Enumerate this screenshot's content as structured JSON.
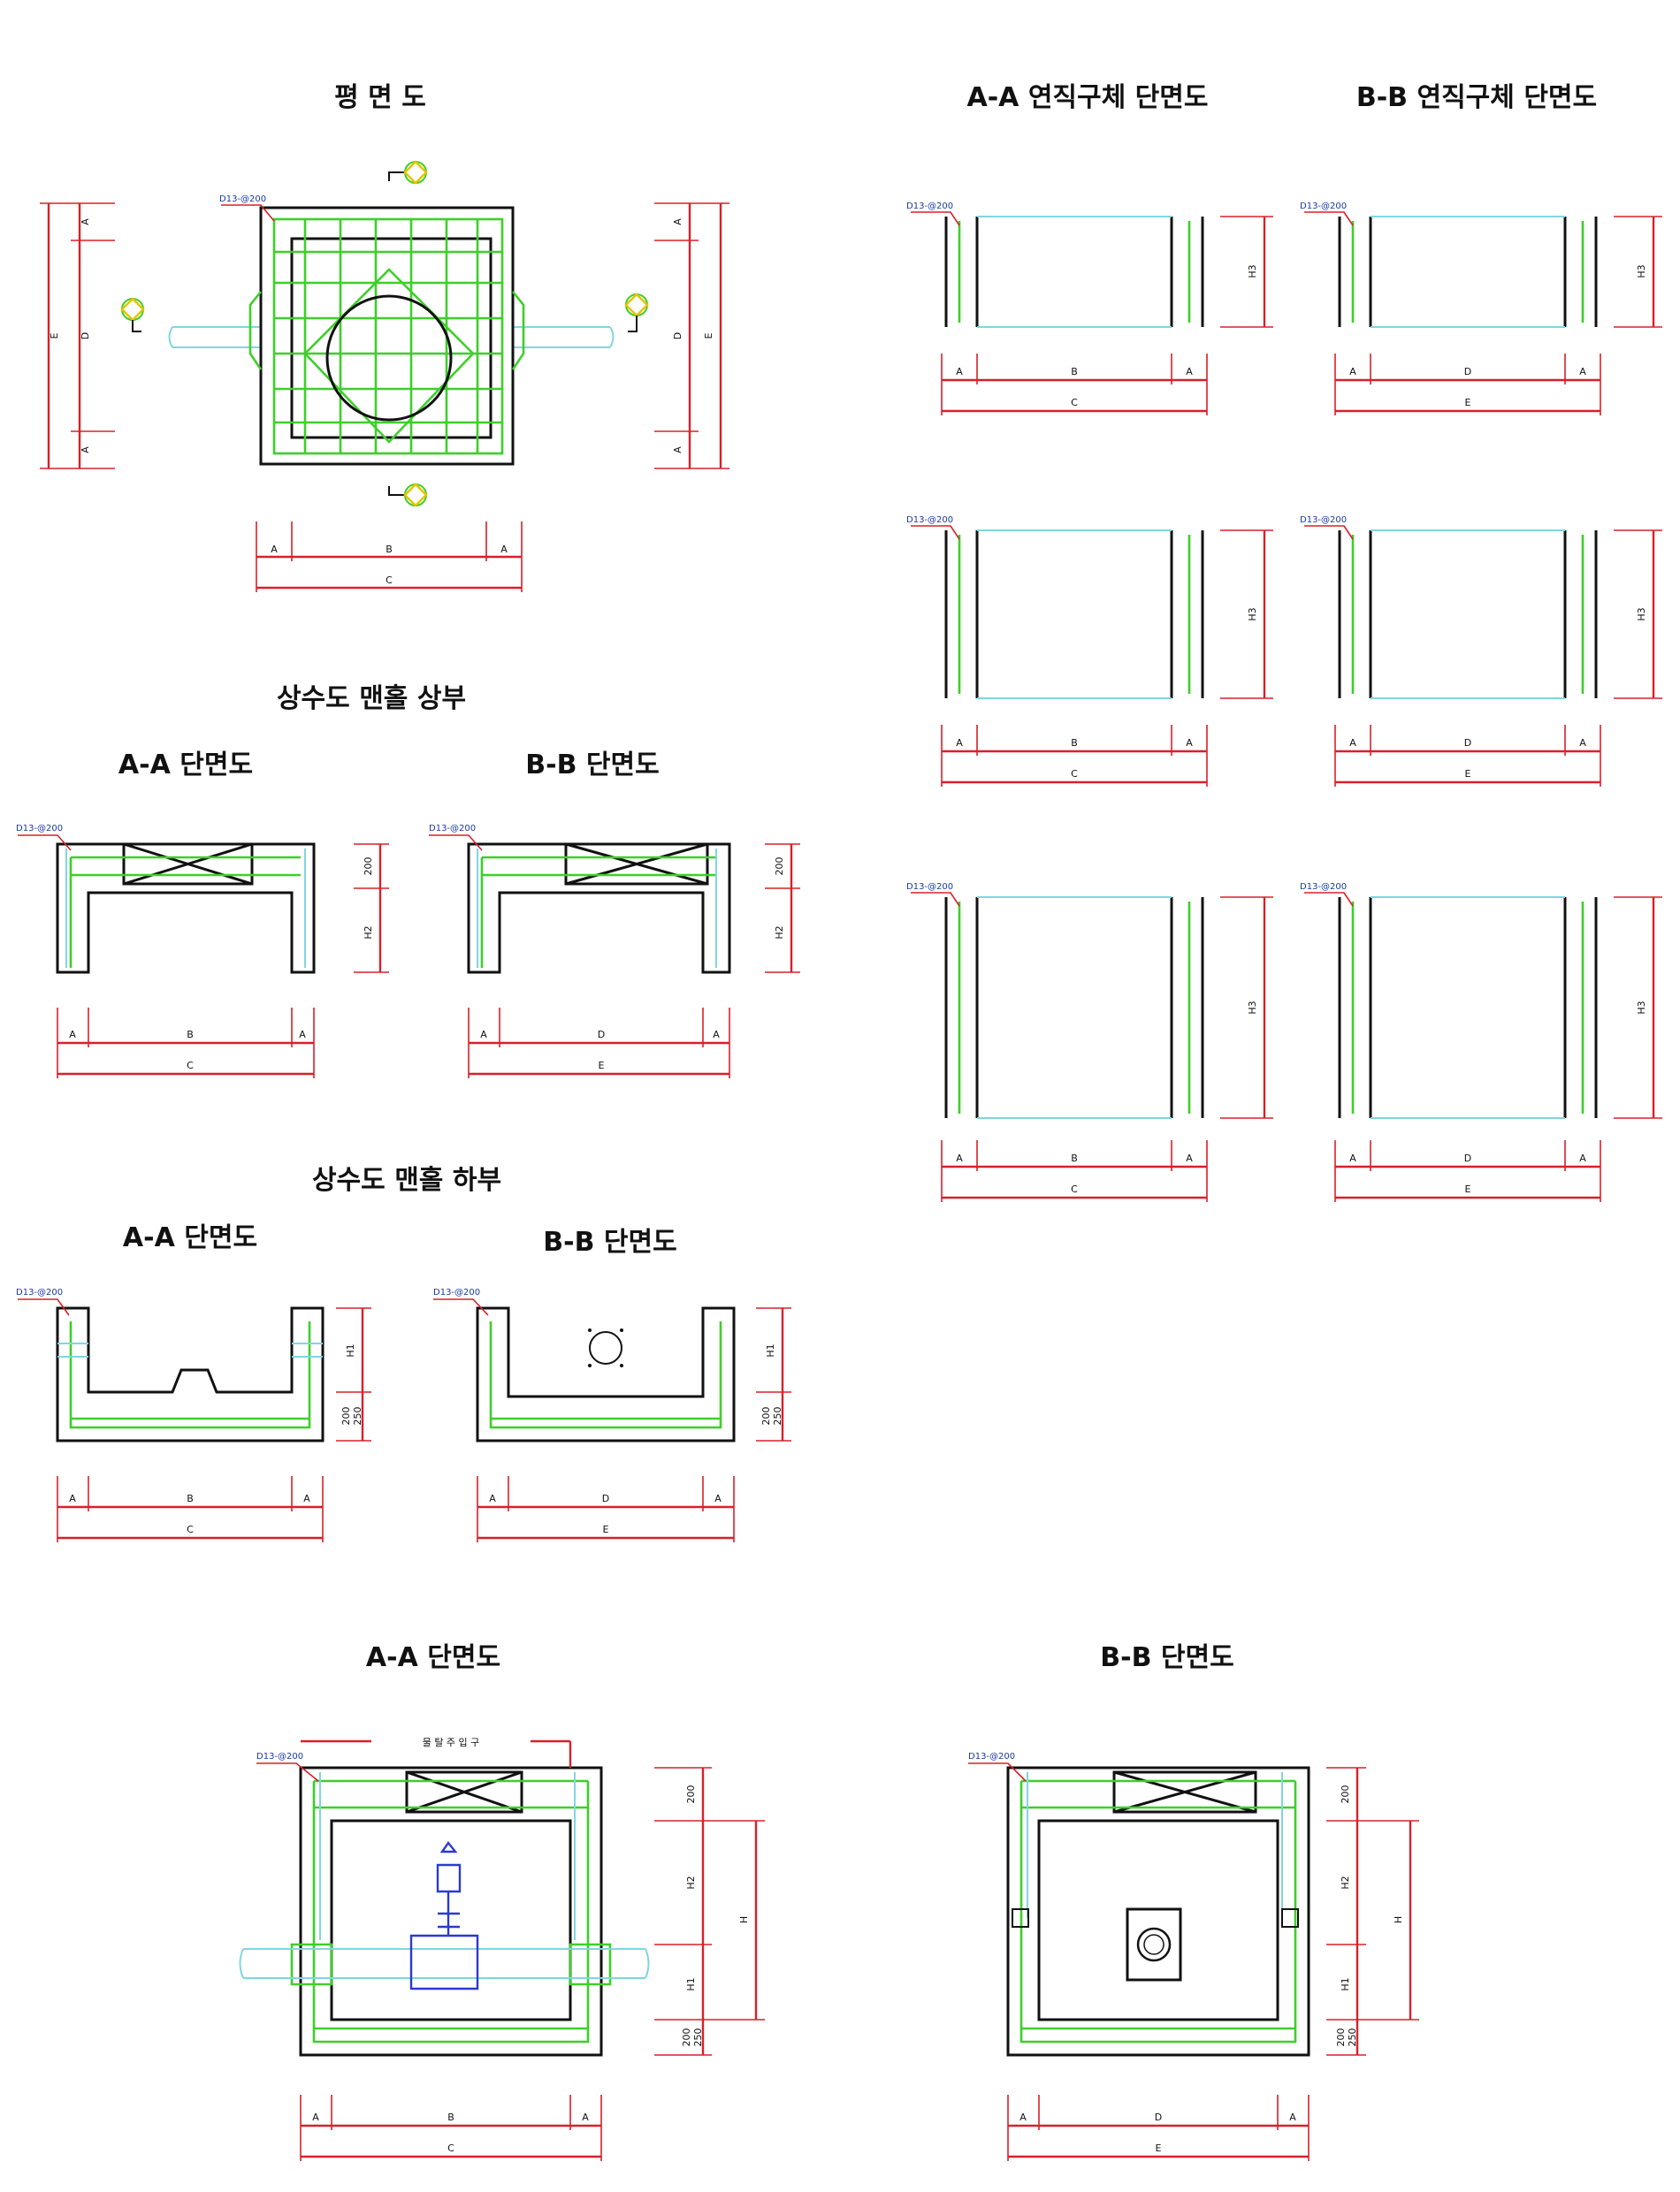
{
  "titles": {
    "plan": "평 면 도",
    "aa_vertical": "A-A 연직구체 단면도",
    "bb_vertical": "B-B 연직구체 단면도",
    "upper_group": "상수도 맨홀 상부",
    "upper_aa": "A-A 단면도",
    "upper_bb": "B-B 단면도",
    "lower_group": "상수도 맨홀 하부",
    "lower_aa": "A-A 단면도",
    "lower_bb": "B-B 단면도",
    "main_aa": "A-A 단면도",
    "main_bb": "B-B 단면도"
  },
  "rebar_label": "D13-@200",
  "dims": {
    "A": "A",
    "B": "B",
    "C": "C",
    "D": "D",
    "E": "E",
    "H": "H",
    "H1": "H1",
    "H2": "H2",
    "H3": "H3",
    "h200": "200",
    "h250": "250"
  },
  "annotations": {
    "inlet": "물 탈 주 입 구"
  }
}
